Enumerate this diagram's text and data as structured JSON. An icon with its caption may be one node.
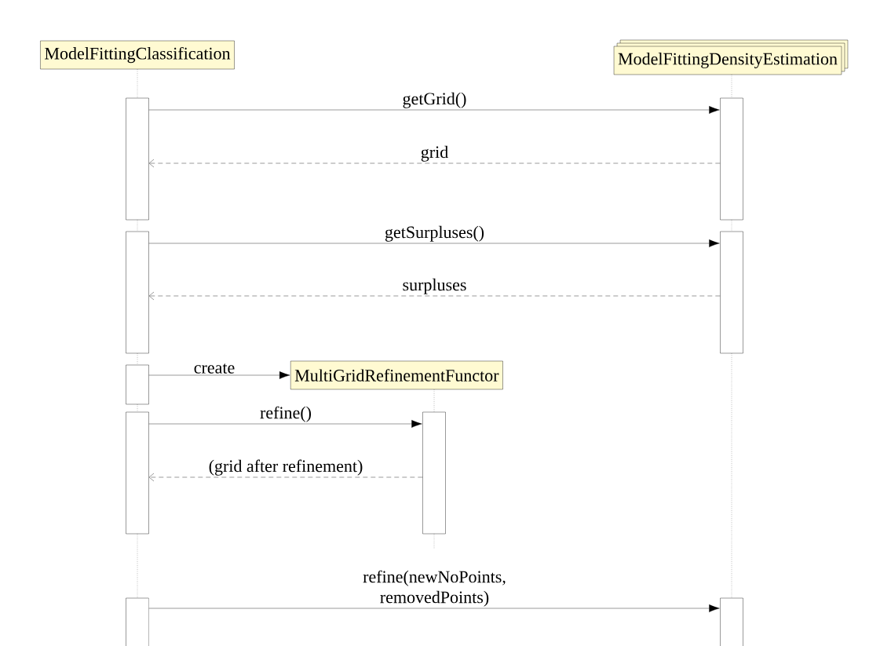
{
  "diagram": {
    "nodes": [
      {
        "text": [
          "ModelFittingClassification"
        ]
      },
      {
        "text": [
          "ModelFittingDensityEstimation"
        ]
      },
      {
        "text": [
          "MultiGridRefinementFunctor"
        ]
      },
      {
        "text": [],
        "shape": "bar"
      },
      {
        "text": [],
        "shape": "bar"
      },
      {
        "text": [],
        "shape": "bar"
      },
      {
        "text": [],
        "shape": "bar"
      },
      {
        "text": [],
        "shape": "bar"
      },
      {
        "text": [],
        "shape": "bar"
      },
      {
        "text": [],
        "shape": "bar"
      },
      {
        "text": [],
        "shape": "bar"
      },
      {
        "text": [],
        "shape": "bar"
      }
    ],
    "edges": [
      {
        "from": 3,
        "to": 4,
        "arrow": "to",
        "label": "getGrid()"
      },
      {
        "from": 4,
        "to": 3,
        "arrow": "to",
        "label": "grid",
        "style": "dashed"
      },
      {
        "from": 5,
        "to": 6,
        "arrow": "to",
        "label": "getSurpluses()"
      },
      {
        "from": 6,
        "to": 5,
        "arrow": "to",
        "label": "surpluses",
        "style": "dashed"
      },
      {
        "from": 7,
        "to": 2,
        "arrow": "to",
        "label": "create"
      },
      {
        "from": 8,
        "to": 9,
        "arrow": "to",
        "label": "refine()"
      },
      {
        "from": 9,
        "to": 8,
        "arrow": "to",
        "label": "(grid after refinement)",
        "style": "dashed"
      },
      {
        "from": 10,
        "to": 11,
        "arrow": "to",
        "label": "refine(newNoPoints, removedPoints)"
      },
      {
        "from": 0,
        "to": 3,
        "arrow": "none",
        "style": "dashed"
      },
      {
        "from": 3,
        "to": 5,
        "arrow": "none",
        "style": "dashed"
      },
      {
        "from": 5,
        "to": 7,
        "arrow": "none",
        "style": "dashed"
      },
      {
        "from": 7,
        "to": 8,
        "arrow": "none",
        "style": "dashed"
      },
      {
        "from": 8,
        "to": 10,
        "arrow": "none",
        "style": "dashed"
      },
      {
        "from": 1,
        "to": 4,
        "arrow": "none",
        "style": "dashed"
      },
      {
        "from": 4,
        "to": 6,
        "arrow": "none",
        "style": "dashed"
      },
      {
        "from": 6,
        "to": 11,
        "arrow": "none",
        "style": "dashed"
      },
      {
        "from": 2,
        "to": 9,
        "arrow": "none",
        "style": "dashed"
      }
    ]
  }
}
